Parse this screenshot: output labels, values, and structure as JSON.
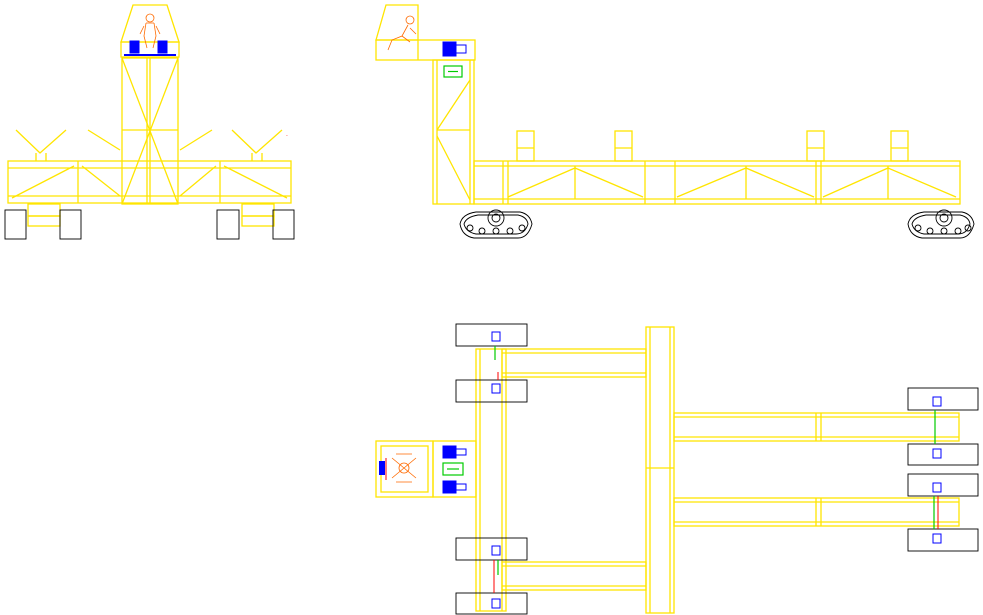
{
  "drawing": {
    "views": [
      "front-elevation",
      "side-elevation",
      "plan-view"
    ],
    "colors": {
      "frame": "#ffe500",
      "tracks": "#000000",
      "motors": "#0000ff",
      "panel": "#00cc00",
      "operator": "#ff6a00",
      "cabling": "#ff0000",
      "background": "#ffffff"
    },
    "icons": [
      "operator-figure-icon",
      "motor-icon",
      "control-panel-icon",
      "track-wheel-icon"
    ]
  }
}
